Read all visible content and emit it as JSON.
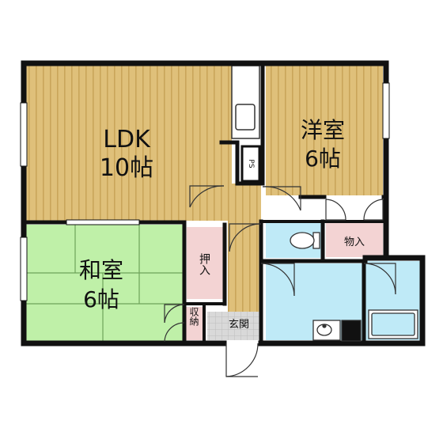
{
  "rooms": {
    "ldk": {
      "name": "LDK",
      "size": "10帖"
    },
    "western": {
      "name": "洋室",
      "size": "6帖"
    },
    "japanese": {
      "name": "和室",
      "size": "6帖"
    }
  },
  "labels": {
    "oshiire": "押入",
    "shuno": "収納",
    "monoire": "物入",
    "genkan": "玄関",
    "ps": "PS"
  },
  "colors": {
    "wall": "#111111",
    "wood_floor": "#dfc07a",
    "wood_stripe": "#c9a55a",
    "tatami": "#bff0a8",
    "tatami_line": "#6ea35a",
    "water": "#bfeaf7",
    "storage": "#f3d3d3",
    "entrance": "#d9d9d9"
  }
}
